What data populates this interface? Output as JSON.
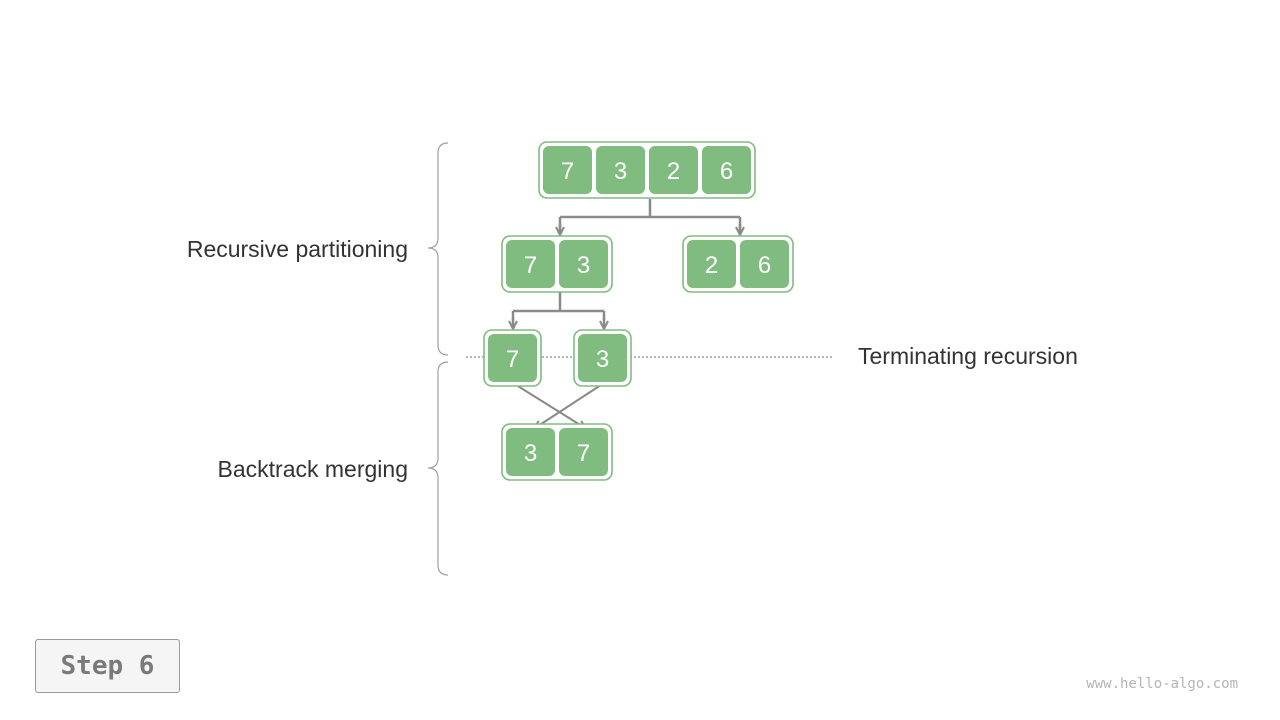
{
  "labels": {
    "partition": "Recursive partitioning",
    "merge": "Backtrack merging",
    "terminate": "Terminating recursion"
  },
  "arrays": {
    "root": [
      "7",
      "3",
      "2",
      "6"
    ],
    "left": [
      "7",
      "3"
    ],
    "right": [
      "2",
      "6"
    ],
    "leaf_left": [
      "7"
    ],
    "leaf_right": [
      "3"
    ],
    "merged": [
      "3",
      "7"
    ]
  },
  "step": "Step 6",
  "watermark": "www.hello-algo.com",
  "colors": {
    "cell_fill": "#80bb80",
    "cell_border": "#80bb80",
    "arrow": "#8a8a8a",
    "brace": "#a0a0a0",
    "text": "#333333"
  }
}
